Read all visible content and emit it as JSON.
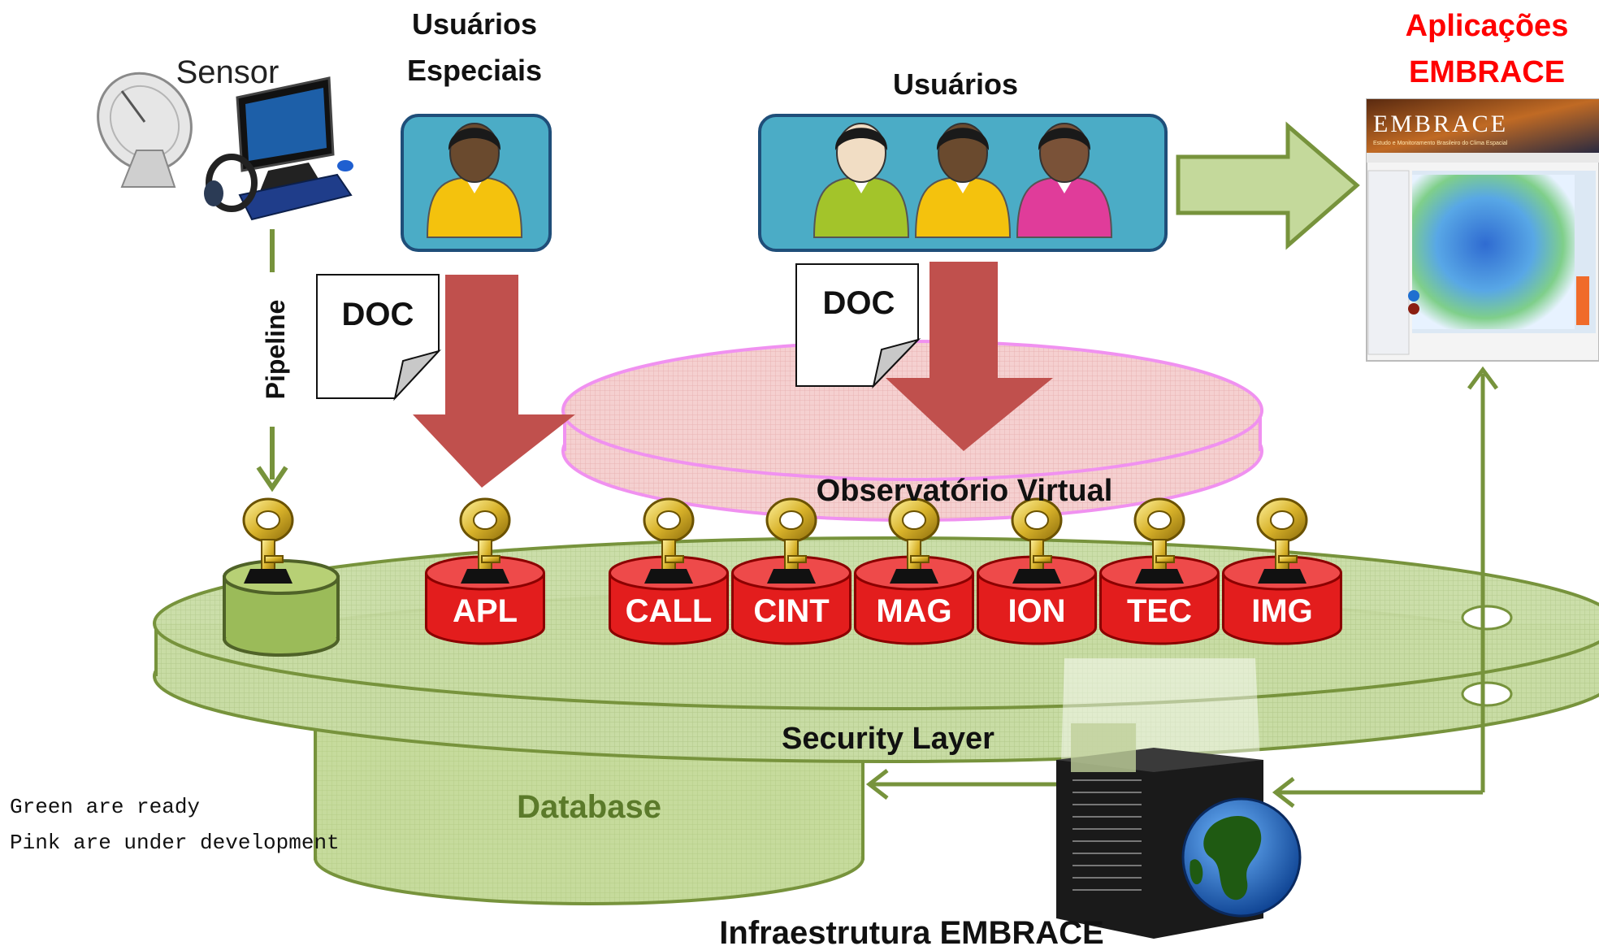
{
  "colors": {
    "green_fill": "#c4d99b",
    "green_stroke": "#77933c",
    "pink_fill": "#f2c2c2",
    "pink_stroke": "#ee82ee",
    "red_cyl": "#e31d1d",
    "red_arrow": "#c0504d",
    "box_blue": "#4bacc6",
    "title_red": "#ff0000"
  },
  "labels": {
    "sensor": "Sensor",
    "pipeline": "Pipeline",
    "special_users_line1": "Usuários",
    "special_users_line2": "Especiais",
    "users": "Usuários",
    "apps_line1": "Aplicações",
    "apps_line2": "EMBRACE",
    "doc1": "DOC",
    "doc2": "DOC",
    "virtual_observatory": "Observatório Virtual",
    "security_layer": "Security Layer",
    "database": "Database",
    "infrastructure": "Infraestrutura EMBRACE"
  },
  "data_stores": [
    "APL",
    "CALL",
    "CINT",
    "MAG",
    "ION",
    "TEC",
    "IMG"
  ],
  "legend": {
    "line1": "Green are ready",
    "line2": "Pink are under development"
  },
  "screenshot": {
    "brand": "EMBRACE",
    "subtitle": "Estudo e Monitoramento Brasileiro do Clima Espacial"
  },
  "icons": [
    "satellite-dish-icon",
    "computer-icon",
    "person-icon",
    "key-icon",
    "server-icon",
    "globe-icon",
    "document-icon"
  ]
}
